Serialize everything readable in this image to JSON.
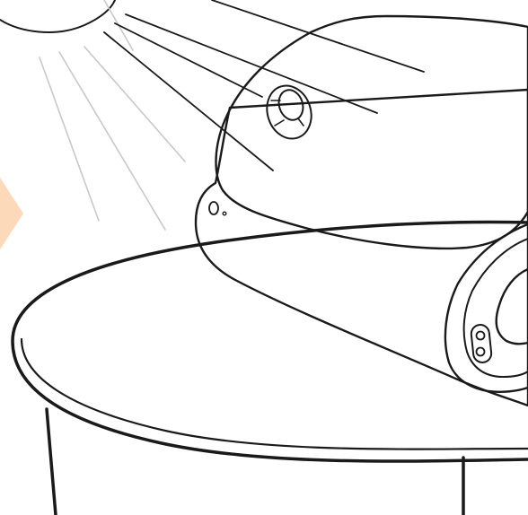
{
  "illustration": {
    "colors": {
      "outline": "#1a1a1a",
      "headset_shell": "#d4d4d4",
      "light_rays": "#c8c8c8",
      "accent_arrow": "#fcd9b8",
      "background": "#ffffff"
    },
    "parts": [
      "light-source",
      "light-rays",
      "headset-front-cover",
      "headset-button",
      "headset-sensor-holes",
      "headset-body",
      "headset-camera-lenses",
      "round-table"
    ],
    "leader_line_count": 4,
    "text_labels": []
  }
}
